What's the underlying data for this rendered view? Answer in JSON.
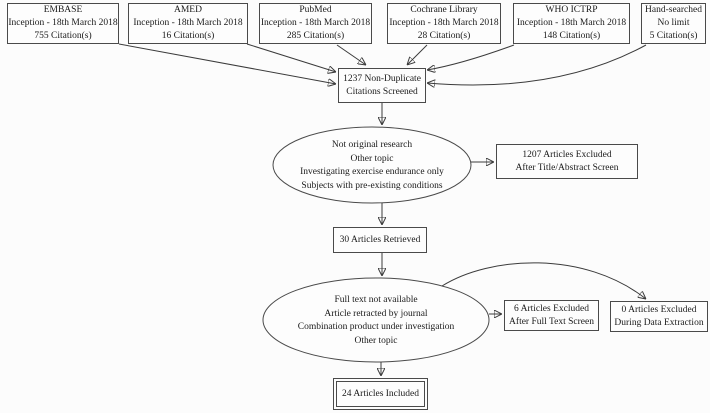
{
  "colors": {
    "background": "#fcfcfc",
    "ink": "#1a1a1a",
    "line": "#3b3b3b",
    "box_border": "#4a4a4a",
    "box_fill": "#fdfdfd"
  },
  "diagram": {
    "sources": [
      {
        "name": "EMBASE",
        "range": "Inception - 18th March 2018",
        "citations": "755 Citation(s)"
      },
      {
        "name": "AMED",
        "range": "Inception - 18th March 2018",
        "citations": "16 Citation(s)"
      },
      {
        "name": "PubMed",
        "range": "Inception - 18th March 2018",
        "citations": "285 Citation(s)"
      },
      {
        "name": "Cochrane Library",
        "range": "Inception - 18th March 2018",
        "citations": "28 Citation(s)"
      },
      {
        "name": "WHO ICTRP",
        "range": "Inception - 18th March 2018",
        "citations": "148  Citation(s)"
      },
      {
        "name": "Hand-searched",
        "range": "No limit",
        "citations": "5 Citation(s)"
      }
    ],
    "screened": {
      "lines": [
        "1237 Non-Duplicate",
        "Citations Screened"
      ]
    },
    "title_abstract_exclusion_reasons": {
      "lines": [
        "Not original research",
        "Other topic",
        "Investigating exercise endurance only",
        "Subjects with pre-existing conditions"
      ]
    },
    "excluded_title_abstract": {
      "lines": [
        "1207 Articles Excluded",
        "After Title/Abstract Screen"
      ]
    },
    "retrieved": {
      "label": "30 Articles Retrieved"
    },
    "full_text_exclusion_reasons": {
      "lines": [
        "Full text not available",
        "Article retracted by journal",
        "Combination product under investigation",
        "Other topic"
      ]
    },
    "excluded_full_text": {
      "lines": [
        "6 Articles Excluded",
        "After Full Text Screen"
      ]
    },
    "excluded_data_extraction": {
      "lines": [
        "0 Articles Excluded",
        "During Data Extraction"
      ]
    },
    "included": {
      "label": "24 Articles Included"
    }
  }
}
